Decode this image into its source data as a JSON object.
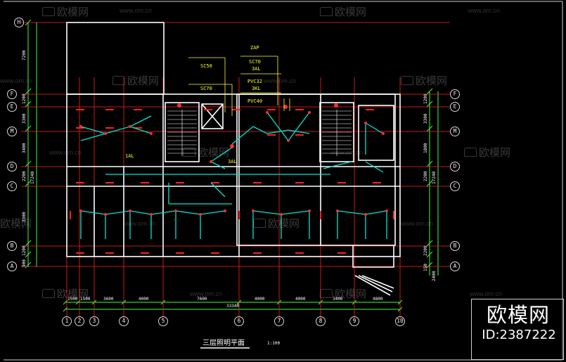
{
  "drawing": {
    "title": "三层照明平面",
    "scale": "1:100",
    "grid_rows": [
      "H",
      "F",
      "E",
      "M",
      "D",
      "C",
      "B",
      "A"
    ],
    "grid_columns": [
      "1",
      "2",
      "3",
      "4",
      "5",
      "6",
      "7",
      "8",
      "9",
      "10"
    ],
    "dims_left": [
      "7200",
      "1200",
      "3300",
      "3400",
      "2200",
      "17240",
      "3300",
      "1200",
      "900"
    ],
    "dims_right": [
      "1200",
      "3300",
      "1800",
      "2200",
      "17240",
      "2200",
      "150",
      "2400"
    ],
    "dims_bottom": [
      "1500",
      "1500",
      "3600",
      "4000",
      "7600",
      "4000",
      "4000",
      "3400",
      "4800"
    ],
    "dims_bottom_total": "33340",
    "annotations": [
      {
        "lines": [
          "ZAP",
          "SC70"
        ]
      },
      {
        "lines": [
          "SC50"
        ]
      },
      {
        "lines": [
          "SC70"
        ]
      },
      {
        "lines": [
          "3AL",
          "PVC32"
        ]
      },
      {
        "lines": [
          "3KL",
          "PVC40"
        ]
      },
      {
        "lines": [
          "3AL"
        ]
      },
      {
        "lines": [
          "1AL"
        ]
      }
    ]
  },
  "colors": {
    "background": "#000000",
    "wall": "#ffffff",
    "grid": "#ff2020",
    "wiring": "#00e5d4",
    "annotation": "#ffff30",
    "dimension": "#3cff3c"
  },
  "watermark": {
    "brand": "欧模网",
    "site": "www.om.cn"
  },
  "logo": {
    "brand": "欧模网",
    "id": "ID:2387222"
  }
}
